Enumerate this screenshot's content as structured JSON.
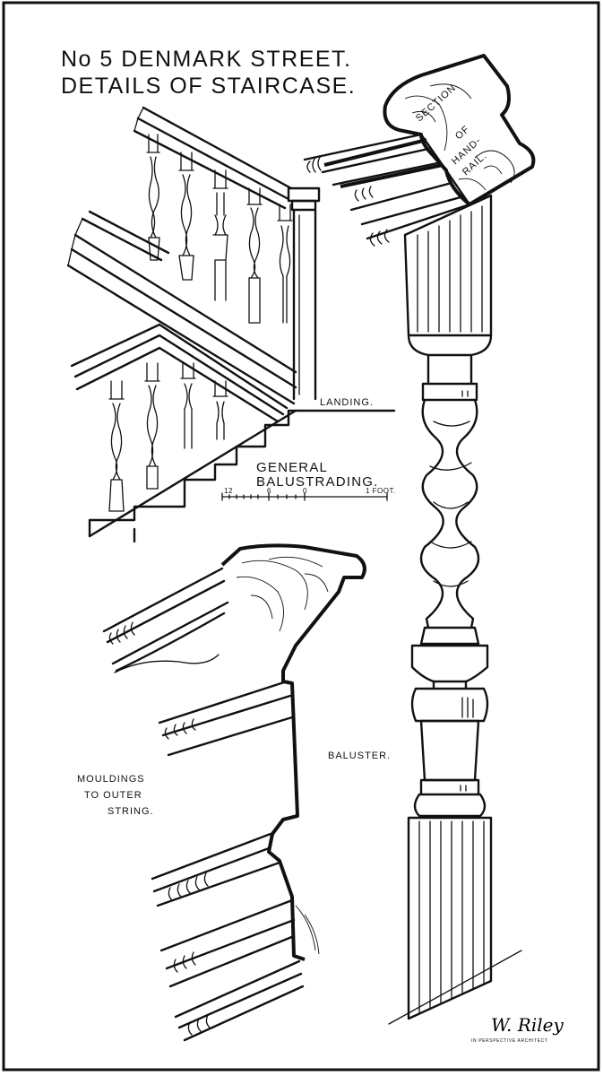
{
  "title": {
    "line1": "No 5 DENMARK STREET.",
    "line2": "DETAILS OF STAIRCASE."
  },
  "labels": {
    "handrail_section": [
      "SECTION",
      "OF",
      "HAND-",
      "RAIL."
    ],
    "landing": "LANDING.",
    "balustrading": [
      "GENERAL",
      "BALUSTRADING."
    ],
    "scale_left": "12",
    "scale_mid1": "6",
    "scale_mid2": "0",
    "scale_right": "1 FOOT.",
    "baluster": "BALUSTER.",
    "mouldings": [
      "MOULDINGS",
      "TO OUTER",
      "STRING."
    ]
  },
  "signature": {
    "name": "W. Riley",
    "caption": "IN PERSPECTIVE   ARCHITECT"
  }
}
